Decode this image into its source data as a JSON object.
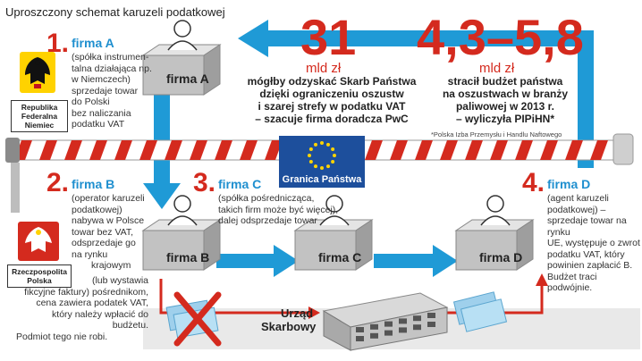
{
  "title": "Uproszczony schemat karuzeli podatkowej",
  "stat_left": {
    "value": "31",
    "unit": "mld zł",
    "text_lines": [
      "mógłby odzyskać Skarb Państwa",
      "dzięki ograniczeniu oszustw",
      "i szarej strefy w podatku VAT",
      "– szacuje firma doradcza PwC"
    ]
  },
  "stat_right": {
    "value": "4,3–5,8",
    "unit": "mld zł",
    "text_lines": [
      "stracił budżet państwa",
      "na oszustwach w branży",
      "paliwowej w 2013 r.",
      "– wyliczyła PIPiHN*"
    ],
    "footnote": "*Polska Izba Przemysłu i Handlu Naftowego"
  },
  "countries": {
    "germany": [
      "Republika",
      "Federalna",
      "Niemiec"
    ],
    "poland": [
      "Rzeczpospolita",
      "Polska"
    ]
  },
  "border_label": "Granica Państwa",
  "office_label": [
    "Urząd",
    "Skarbowy"
  ],
  "steps": [
    {
      "number": "1.",
      "name": "firma A",
      "box_label": "firma A",
      "desc": [
        "(spółka instrumen-",
        "talna działająca np.",
        "w Niemczech)",
        "sprzedaje towar",
        "do Polski",
        "bez naliczania",
        "podatku VAT"
      ]
    },
    {
      "number": "2.",
      "name": "firma B",
      "box_label": "firma B",
      "desc": [
        "(operator karuzeli",
        "podatkowej)",
        "nabywa w Polsce",
        "towar bez VAT,",
        "odsprzedaje go",
        "na rynku",
        "krajowym",
        "(lub wystawia",
        "fikcyjne faktury) pośrednikom,",
        "cena zawiera podatek VAT,",
        "który należy wpłacić do budżetu.",
        "Podmiot tego nie robi."
      ]
    },
    {
      "number": "3.",
      "name": "firma C",
      "box_label": "firma C",
      "desc": [
        "(spółka pośrednicząca,",
        "takich firm może być więcej),",
        "dalej odsprzedaje towar"
      ]
    },
    {
      "number": "4.",
      "name": "firma D",
      "box_label": "firma D",
      "desc": [
        "(agent karuzeli",
        "podatkowej) –",
        "sprzedaje towar na rynku",
        "UE, występuje o zwrot",
        "podatku VAT, który",
        "powinien zapłacić B.",
        "Budżet traci podwójnie."
      ]
    }
  ],
  "colors": {
    "accent_red": "#d42a1e",
    "arrow_blue": "#1f9ad6",
    "eu_blue": "#1d4f9c",
    "eu_star": "#ffd400",
    "box_gray": "#b8b8b8",
    "money_blue": "#9fd0ec"
  },
  "icons": [
    "germany-eagle-icon",
    "poland-eagle-icon",
    "eu-flag-icon",
    "red-x-icon",
    "tax-office-building-icon",
    "money-bill-icon",
    "person-at-desk-icon"
  ]
}
